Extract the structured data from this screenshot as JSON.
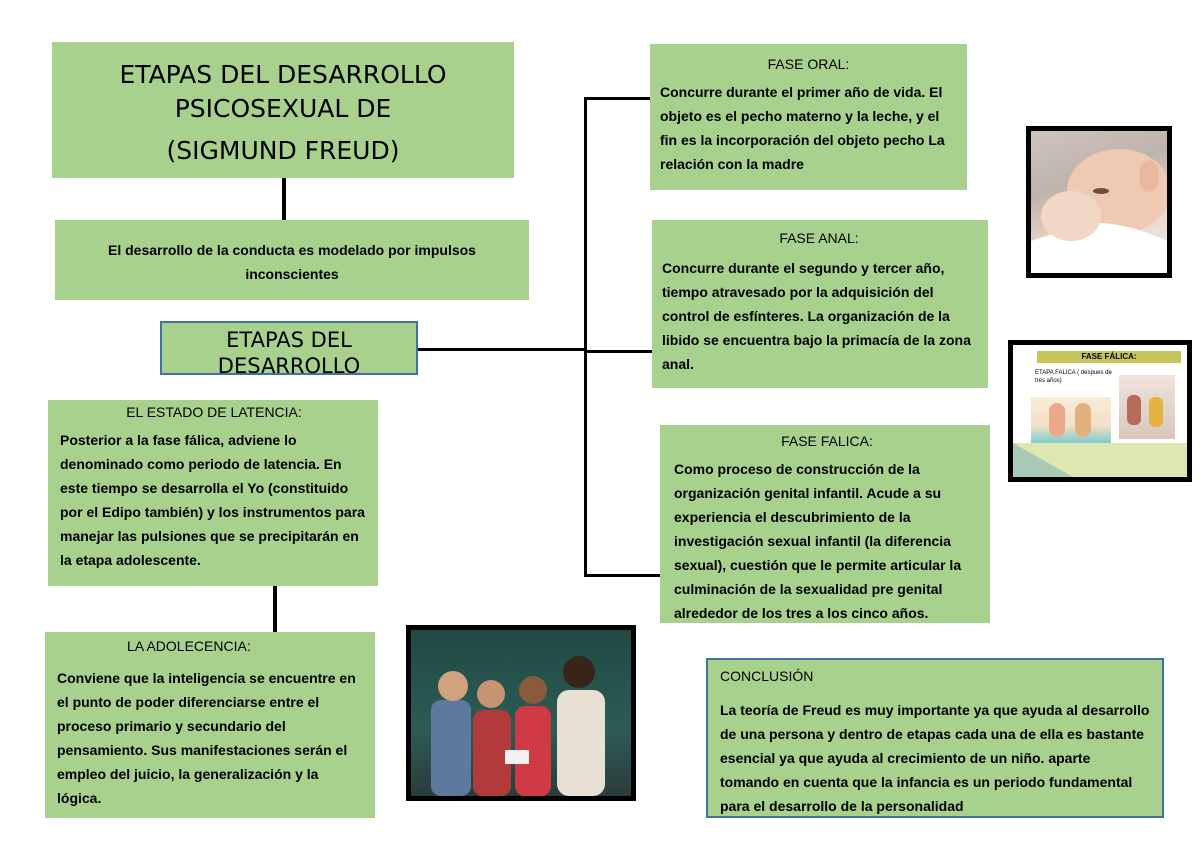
{
  "title": {
    "line1": "ETAPAS DEL DESARROLLO",
    "line2": "PSICOSEXUAL DE",
    "line3": "(SIGMUND FREUD)"
  },
  "intro": "El desarrollo de la conducta es modelado por impulsos inconscientes",
  "etapas_box": "ETAPAS DEL DESARROLLO",
  "latencia": {
    "heading": "EL ESTADO DE LATENCIA:",
    "text": "Posterior a la fase fálica, adviene lo denominado como periodo de latencia. En este tiempo se desarrolla el Yo (constituido por el Edipo también) y los instrumentos para manejar las pulsiones que se precipitarán en la etapa adolescente."
  },
  "adolescencia": {
    "heading": "LA ADOLECENCIA:",
    "text": "Conviene que la inteligencia se encuentre en el punto de poder diferenciarse entre el proceso primario y secundario del pensamiento. Sus manifestaciones serán el empleo del juicio, la generalización y la lógica."
  },
  "oral": {
    "heading": "FASE ORAL:",
    "text": "Concurre durante el primer año de vida. El objeto es el pecho materno y la leche, y el fin es la incorporación del objeto pecho La relación con la madre"
  },
  "anal": {
    "heading": "FASE ANAL:",
    "text": "Concurre durante el segundo y tercer año, tiempo atravesado por la adquisición del control de esfínteres. La organización de la libido se encuentra bajo la primacía de la zona anal."
  },
  "falica": {
    "heading": "FASE FALICA:",
    "text": "Como proceso de construcción de la organización genital infantil. Acude a su experiencia el descubrimiento de la investigación sexual infantil (la diferencia sexual), cuestión que le permite articular la culminación de la sexualidad pre genital alrededor de los tres a los cinco años."
  },
  "conclusion": {
    "heading": "CONCLUSIÓN",
    "text": "La teoría de Freud es muy importante ya que ayuda al desarrollo de una persona y dentro de etapas cada una de ella es bastante esencial ya que ayuda al crecimiento de un niño. aparte tomando en cuenta que la infancia es un periodo fundamental para el desarrollo de la personalidad"
  },
  "slide": {
    "title": "FASE FÁLICA:",
    "caption": "ETAPA FALICA ( despues de tres años)"
  },
  "colors": {
    "box_green": "#a9d18e",
    "border_blue": "#41719c"
  }
}
